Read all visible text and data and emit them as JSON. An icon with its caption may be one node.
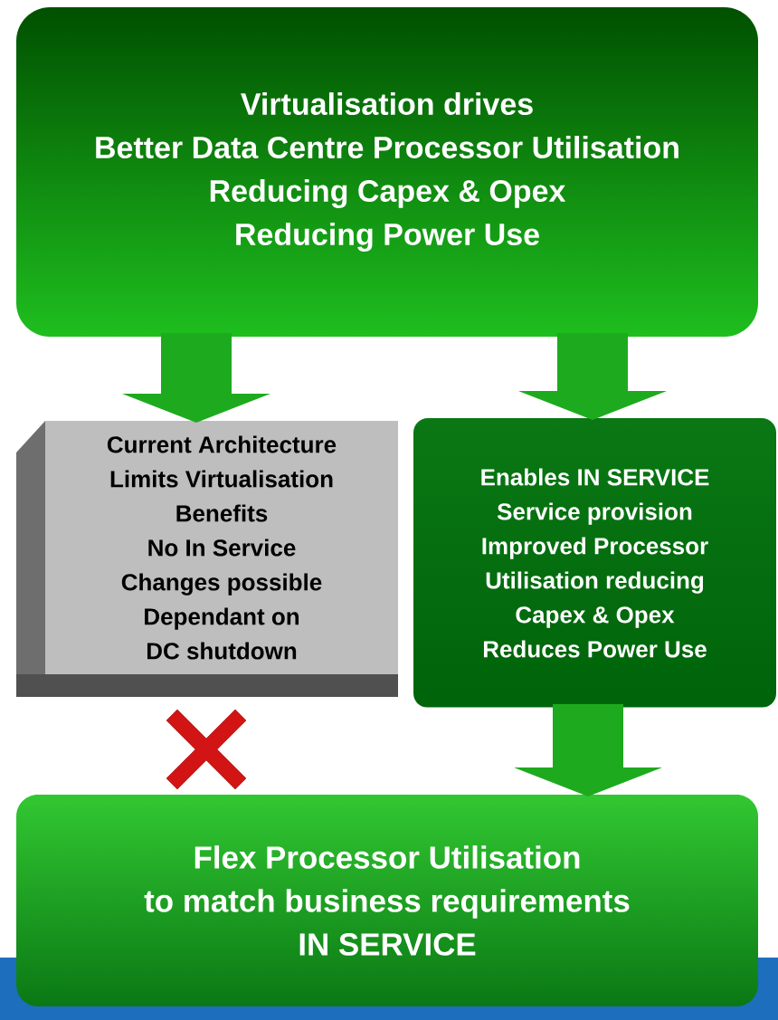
{
  "diagram": {
    "nodes": [
      {
        "text": [
          "Virtualisation drives",
          "Better Data Centre Processor Utilisation",
          "Reducing Capex & Opex",
          "Reducing Power Use"
        ]
      },
      {
        "text": [
          "Current Architecture",
          "Limits Virtualisation",
          "Benefits",
          "No In Service",
          "Changes possible",
          "Dependant on",
          "DC shutdown"
        ]
      },
      {
        "text": [
          "Enables IN SERVICE",
          "Service provision",
          "Improved Processor",
          "Utilisation reducing",
          "Capex & Opex",
          "Reduces Power Use"
        ]
      },
      {
        "text": [
          "Flex Processor Utilisation",
          "to match business requirements",
          "IN SERVICE"
        ]
      }
    ],
    "edges": [
      {
        "from": 0,
        "to": 1,
        "arrow": "to"
      },
      {
        "from": 0,
        "to": 2,
        "arrow": "to"
      },
      {
        "from": 2,
        "to": 3,
        "arrow": "to"
      }
    ]
  }
}
